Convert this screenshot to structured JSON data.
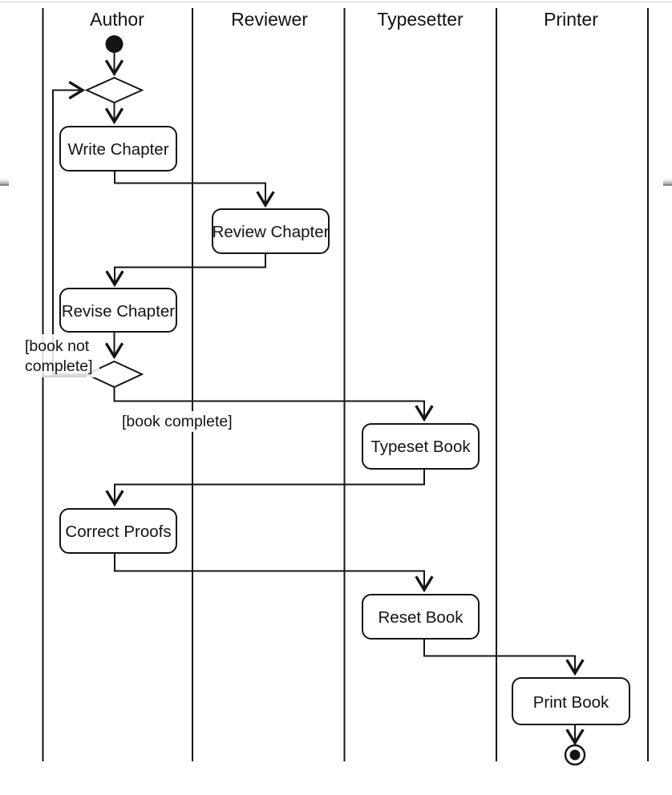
{
  "diagram": {
    "type": "uml-activity-diagram-with-swimlanes",
    "lanes": [
      {
        "label": "Author"
      },
      {
        "label": "Reviewer"
      },
      {
        "label": "Typesetter"
      },
      {
        "label": "Printer"
      }
    ],
    "nodes": {
      "initial": "initial-node",
      "write_chapter": "Write Chapter",
      "review_chapter": "Review Chapter",
      "revise_chapter": "Revise Chapter",
      "typeset_book": "Typeset Book",
      "correct_proofs": "Correct Proofs",
      "reset_book": "Reset Book",
      "print_book": "Print Book",
      "final": "final-node"
    },
    "guards": {
      "not_complete_line1": "[book not",
      "not_complete_line2": "complete]",
      "complete": "[book complete]"
    },
    "colors": {
      "line": "#141414",
      "background": "#ffffff",
      "top_border": "#d9d9d9",
      "handle_light": "#f0f0f0",
      "handle_mid": "#c9c9c9",
      "handle_dark": "#8d8d8d",
      "obscured_line": "#c9c9c9"
    }
  }
}
